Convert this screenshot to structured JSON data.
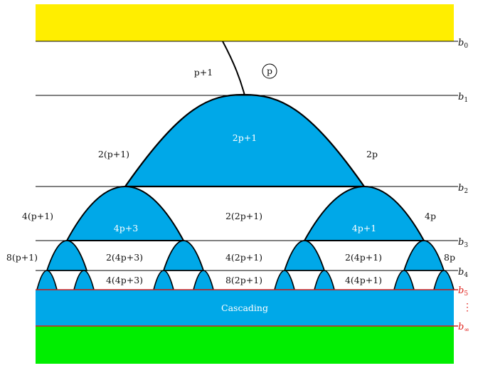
{
  "colors": {
    "top_band": "#ffee00",
    "blue": "#00a8e8",
    "bottom_band": "#00ee00",
    "red_line": "#d42020",
    "black": "#000000"
  },
  "level_labels": {
    "b0": {
      "base": "b",
      "sub": "0"
    },
    "b1": {
      "base": "b",
      "sub": "1"
    },
    "b2": {
      "base": "b",
      "sub": "2"
    },
    "b3": {
      "base": "b",
      "sub": "3"
    },
    "b4": {
      "base": "b",
      "sub": "4"
    },
    "b5": {
      "base": "b",
      "sub": "5"
    },
    "binf": {
      "base": "b",
      "sub": "∞"
    },
    "dots": "⋮"
  },
  "circled_label": "p",
  "labels": {
    "p1": "p+1",
    "l_2p1_1": "2(p+1)",
    "r_2p": "2p",
    "blue_2p1": "2p+1",
    "l_4p1_1": "4(p+1)",
    "blue_4p3": "4p+3",
    "mid_2_2p1": "2(2p+1)",
    "blue_4p1": "4p+1",
    "r_4p": "4p",
    "l_8p1": "8(p+1)",
    "mid_2_4p3": "2(4p+3)",
    "mid_4_2p1": "4(2p+1)",
    "mid_2_4p1": "2(4p+1)",
    "r_8p": "8p",
    "mid_4_4p3": "4(4p+3)",
    "mid_8_2p1": "8(2p+1)",
    "mid_4_4p1": "4(4p+1)",
    "cascading": "Cascading"
  }
}
